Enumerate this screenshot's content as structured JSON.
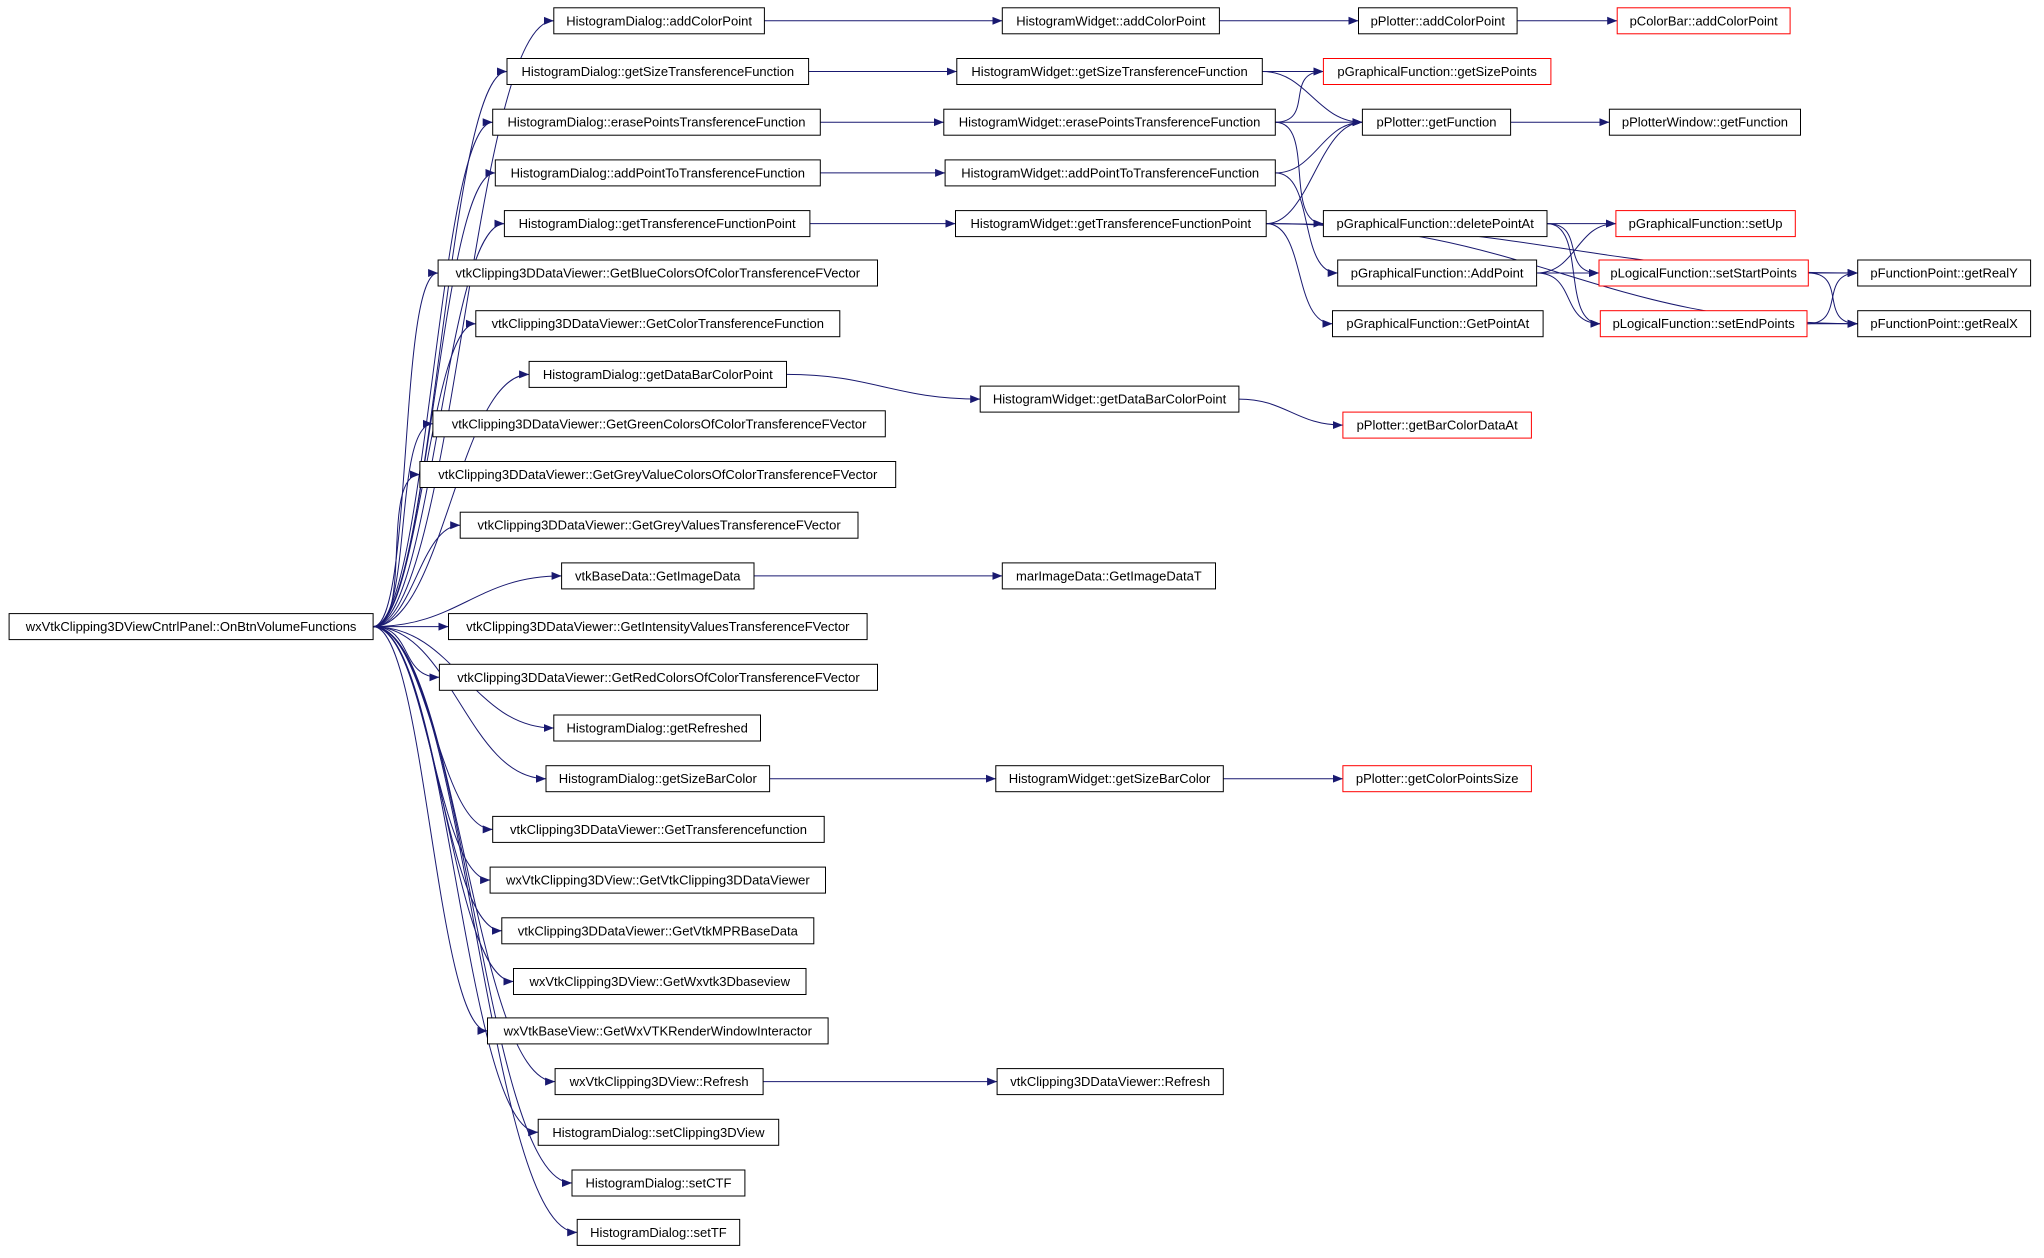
{
  "colors": {
    "edge": "#191970",
    "border_normal": "#000000",
    "border_truncated": "#ff0000",
    "root_fill": "#bfbfbf",
    "text": "#000000"
  },
  "diagram": {
    "nodes": [
      {
        "id": "root",
        "label": "wxVtkClipping3DViewCntrlPanel::OnBtnVolumeFunctions",
        "kind": "root"
      },
      {
        "id": "hd_addColorPoint",
        "label": "HistogramDialog::addColorPoint",
        "kind": "normal"
      },
      {
        "id": "hd_getSizeTF",
        "label": "HistogramDialog::getSizeTransferenceFunction",
        "kind": "normal"
      },
      {
        "id": "hd_erasePoints",
        "label": "HistogramDialog::erasePointsTransferenceFunction",
        "kind": "normal"
      },
      {
        "id": "hd_addPointTo",
        "label": "HistogramDialog::addPointToTransferenceFunction",
        "kind": "normal"
      },
      {
        "id": "hd_getTFPoint",
        "label": "HistogramDialog::getTransferenceFunctionPoint",
        "kind": "normal"
      },
      {
        "id": "vc_blue",
        "label": "vtkClipping3DDataViewer::GetBlueColorsOfColorTransferenceFVector",
        "kind": "normal"
      },
      {
        "id": "vc_ctf",
        "label": "vtkClipping3DDataViewer::GetColorTransferenceFunction",
        "kind": "normal"
      },
      {
        "id": "hd_getDataBar",
        "label": "HistogramDialog::getDataBarColorPoint",
        "kind": "normal"
      },
      {
        "id": "vc_green",
        "label": "vtkClipping3DDataViewer::GetGreenColorsOfColorTransferenceFVector",
        "kind": "normal"
      },
      {
        "id": "vc_grey",
        "label": "vtkClipping3DDataViewer::GetGreyValueColorsOfColorTransferenceFVector",
        "kind": "normal"
      },
      {
        "id": "vc_greyTF",
        "label": "vtkClipping3DDataViewer::GetGreyValuesTransferenceFVector",
        "kind": "normal"
      },
      {
        "id": "vb_getImage",
        "label": "vtkBaseData::GetImageData",
        "kind": "normal"
      },
      {
        "id": "vc_intensity",
        "label": "vtkClipping3DDataViewer::GetIntensityValuesTransferenceFVector",
        "kind": "normal"
      },
      {
        "id": "vc_red",
        "label": "vtkClipping3DDataViewer::GetRedColorsOfColorTransferenceFVector",
        "kind": "normal"
      },
      {
        "id": "hd_getRefreshed",
        "label": "HistogramDialog::getRefreshed",
        "kind": "normal"
      },
      {
        "id": "hd_getSizeBar",
        "label": "HistogramDialog::getSizeBarColor",
        "kind": "normal"
      },
      {
        "id": "vc_getTF",
        "label": "vtkClipping3DDataViewer::GetTransferencefunction",
        "kind": "normal"
      },
      {
        "id": "wx_getViewer",
        "label": "wxVtkClipping3DView::GetVtkClipping3DDataViewer",
        "kind": "normal"
      },
      {
        "id": "vc_getMPR",
        "label": "vtkClipping3DDataViewer::GetVtkMPRBaseData",
        "kind": "normal"
      },
      {
        "id": "wx_getWx3D",
        "label": "wxVtkClipping3DView::GetWxvtk3Dbaseview",
        "kind": "normal"
      },
      {
        "id": "wb_getRWI",
        "label": "wxVtkBaseView::GetWxVTKRenderWindowInteractor",
        "kind": "normal"
      },
      {
        "id": "wx_refresh",
        "label": "wxVtkClipping3DView::Refresh",
        "kind": "normal"
      },
      {
        "id": "hd_setClip",
        "label": "HistogramDialog::setClipping3DView",
        "kind": "normal"
      },
      {
        "id": "hd_setCTF",
        "label": "HistogramDialog::setCTF",
        "kind": "normal"
      },
      {
        "id": "hd_setTF",
        "label": "HistogramDialog::setTF",
        "kind": "normal"
      },
      {
        "id": "hw_addColorPoint",
        "label": "HistogramWidget::addColorPoint",
        "kind": "normal"
      },
      {
        "id": "hw_getSizeTF",
        "label": "HistogramWidget::getSizeTransferenceFunction",
        "kind": "normal"
      },
      {
        "id": "hw_erasePoints",
        "label": "HistogramWidget::erasePointsTransferenceFunction",
        "kind": "normal"
      },
      {
        "id": "hw_addPointTo",
        "label": "HistogramWidget::addPointToTransferenceFunction",
        "kind": "normal"
      },
      {
        "id": "hw_getTFPoint",
        "label": "HistogramWidget::getTransferenceFunctionPoint",
        "kind": "normal"
      },
      {
        "id": "hw_getDataBar",
        "label": "HistogramWidget::getDataBarColorPoint",
        "kind": "normal"
      },
      {
        "id": "mi_getImageT",
        "label": "marImageData::GetImageDataT",
        "kind": "normal"
      },
      {
        "id": "hw_getSizeBar",
        "label": "HistogramWidget::getSizeBarColor",
        "kind": "normal"
      },
      {
        "id": "vc_refresh",
        "label": "vtkClipping3DDataViewer::Refresh",
        "kind": "normal"
      },
      {
        "id": "pp_addColorPoint",
        "label": "pPlotter::addColorPoint",
        "kind": "normal"
      },
      {
        "id": "pg_getSizePoints",
        "label": "pGraphicalFunction::getSizePoints",
        "kind": "truncated"
      },
      {
        "id": "pp_getFunction",
        "label": "pPlotter::getFunction",
        "kind": "normal"
      },
      {
        "id": "pg_deletePointAt",
        "label": "pGraphicalFunction::deletePointAt",
        "kind": "normal"
      },
      {
        "id": "pg_addPoint",
        "label": "pGraphicalFunction::AddPoint",
        "kind": "normal"
      },
      {
        "id": "pg_getPointAt",
        "label": "pGraphicalFunction::GetPointAt",
        "kind": "normal"
      },
      {
        "id": "pp_getBarColorDataAt",
        "label": "pPlotter::getBarColorDataAt",
        "kind": "truncated"
      },
      {
        "id": "pp_getColorPointsSize",
        "label": "pPlotter::getColorPointsSize",
        "kind": "truncated"
      },
      {
        "id": "pcb_addColorPoint",
        "label": "pColorBar::addColorPoint",
        "kind": "truncated"
      },
      {
        "id": "ppw_getFunction",
        "label": "pPlotterWindow::getFunction",
        "kind": "normal"
      },
      {
        "id": "pg_setUp",
        "label": "pGraphicalFunction::setUp",
        "kind": "truncated"
      },
      {
        "id": "pl_setStartPoints",
        "label": "pLogicalFunction::setStartPoints",
        "kind": "truncated"
      },
      {
        "id": "pl_setEndPoints",
        "label": "pLogicalFunction::setEndPoints",
        "kind": "truncated"
      },
      {
        "id": "pf_getRealY",
        "label": "pFunctionPoint::getRealY",
        "kind": "normal"
      },
      {
        "id": "pf_getRealX",
        "label": "pFunctionPoint::getRealX",
        "kind": "normal"
      }
    ],
    "edges": [
      [
        "root",
        "hd_addColorPoint"
      ],
      [
        "root",
        "hd_getSizeTF"
      ],
      [
        "root",
        "hd_erasePoints"
      ],
      [
        "root",
        "hd_addPointTo"
      ],
      [
        "root",
        "hd_getTFPoint"
      ],
      [
        "root",
        "vc_blue"
      ],
      [
        "root",
        "vc_ctf"
      ],
      [
        "root",
        "hd_getDataBar"
      ],
      [
        "root",
        "vc_green"
      ],
      [
        "root",
        "vc_grey"
      ],
      [
        "root",
        "vc_greyTF"
      ],
      [
        "root",
        "vb_getImage"
      ],
      [
        "root",
        "vc_intensity"
      ],
      [
        "root",
        "vc_red"
      ],
      [
        "root",
        "hd_getRefreshed"
      ],
      [
        "root",
        "hd_getSizeBar"
      ],
      [
        "root",
        "vc_getTF"
      ],
      [
        "root",
        "wx_getViewer"
      ],
      [
        "root",
        "vc_getMPR"
      ],
      [
        "root",
        "wx_getWx3D"
      ],
      [
        "root",
        "wb_getRWI"
      ],
      [
        "root",
        "wx_refresh"
      ],
      [
        "root",
        "hd_setClip"
      ],
      [
        "root",
        "hd_setCTF"
      ],
      [
        "root",
        "hd_setTF"
      ],
      [
        "hd_addColorPoint",
        "hw_addColorPoint"
      ],
      [
        "hd_getSizeTF",
        "hw_getSizeTF"
      ],
      [
        "hd_erasePoints",
        "hw_erasePoints"
      ],
      [
        "hd_addPointTo",
        "hw_addPointTo"
      ],
      [
        "hd_getTFPoint",
        "hw_getTFPoint"
      ],
      [
        "hd_getDataBar",
        "hw_getDataBar"
      ],
      [
        "vb_getImage",
        "mi_getImageT"
      ],
      [
        "hd_getSizeBar",
        "hw_getSizeBar"
      ],
      [
        "wx_refresh",
        "vc_refresh"
      ],
      [
        "hw_addColorPoint",
        "pp_addColorPoint"
      ],
      [
        "pp_addColorPoint",
        "pcb_addColorPoint"
      ],
      [
        "hw_getSizeTF",
        "pg_getSizePoints"
      ],
      [
        "hw_getSizeTF",
        "pp_getFunction"
      ],
      [
        "hw_erasePoints",
        "pg_getSizePoints"
      ],
      [
        "hw_erasePoints",
        "pp_getFunction"
      ],
      [
        "hw_erasePoints",
        "pg_deletePointAt"
      ],
      [
        "hw_addPointTo",
        "pp_getFunction"
      ],
      [
        "hw_addPointTo",
        "pg_addPoint"
      ],
      [
        "hw_getTFPoint",
        "pp_getFunction"
      ],
      [
        "hw_getTFPoint",
        "pg_getPointAt"
      ],
      [
        "hw_getTFPoint",
        "pf_getRealY"
      ],
      [
        "hw_getTFPoint",
        "pf_getRealX"
      ],
      [
        "hw_getDataBar",
        "pp_getBarColorDataAt"
      ],
      [
        "hw_getSizeBar",
        "pp_getColorPointsSize"
      ],
      [
        "pp_getFunction",
        "ppw_getFunction"
      ],
      [
        "pg_deletePointAt",
        "pg_setUp"
      ],
      [
        "pg_deletePointAt",
        "pl_setStartPoints"
      ],
      [
        "pg_deletePointAt",
        "pl_setEndPoints"
      ],
      [
        "pg_addPoint",
        "pg_setUp"
      ],
      [
        "pg_addPoint",
        "pl_setStartPoints"
      ],
      [
        "pg_addPoint",
        "pl_setEndPoints"
      ],
      [
        "pl_setStartPoints",
        "pf_getRealY"
      ],
      [
        "pl_setStartPoints",
        "pf_getRealX"
      ],
      [
        "pl_setEndPoints",
        "pf_getRealY"
      ],
      [
        "pl_setEndPoints",
        "pf_getRealX"
      ]
    ]
  }
}
